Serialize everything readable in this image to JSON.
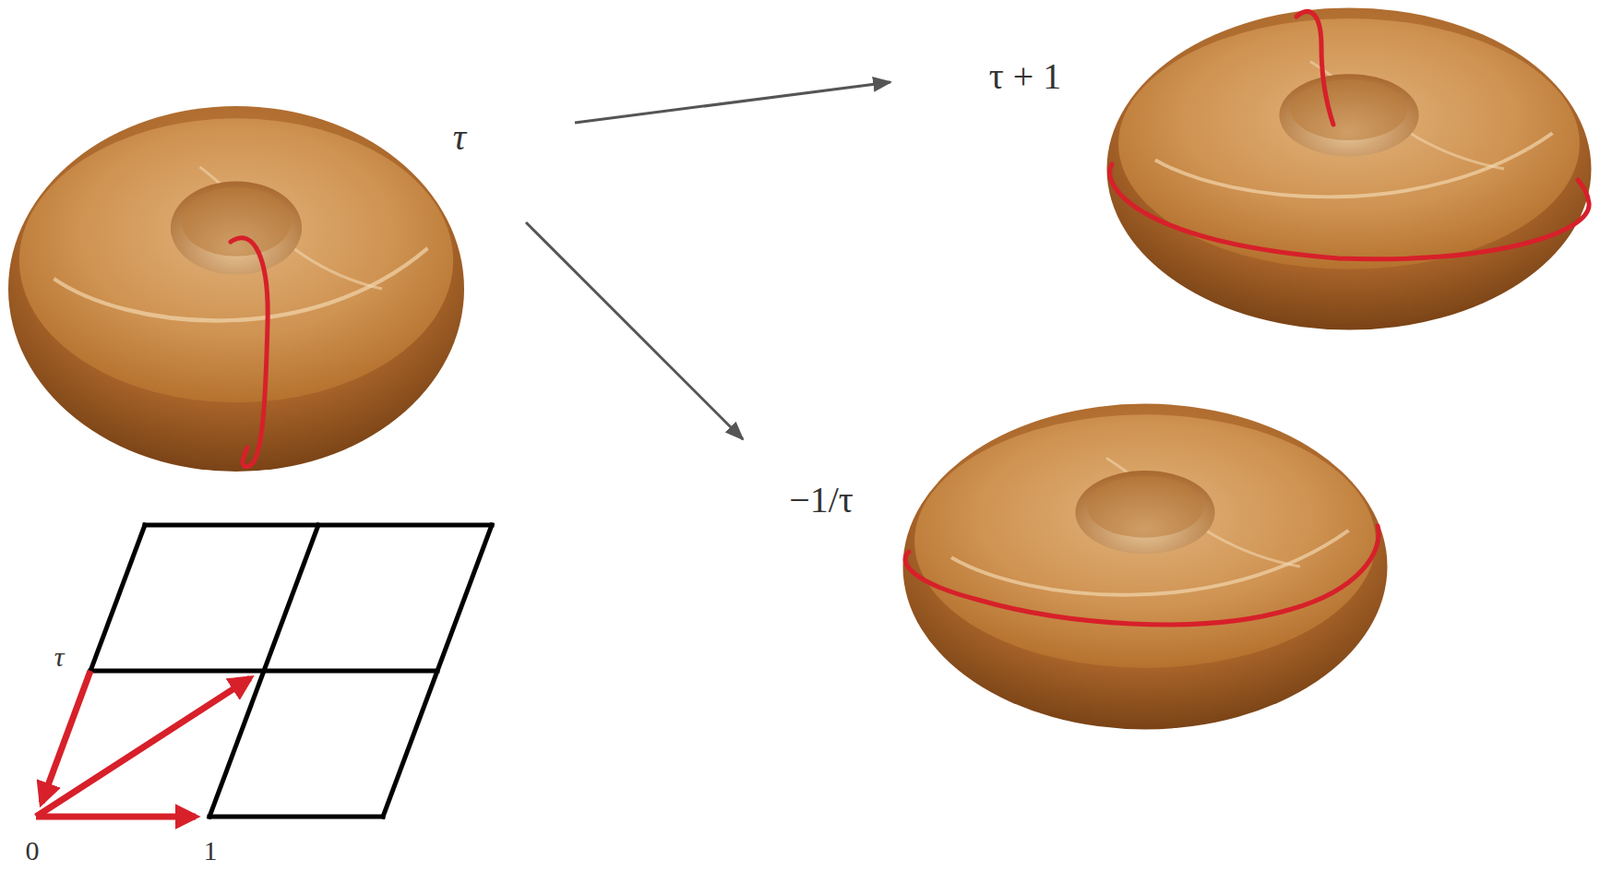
{
  "diagram": {
    "labels": [
      "τ",
      "τ + 1",
      "−1/τ",
      "τ",
      "0",
      "1"
    ]
  }
}
